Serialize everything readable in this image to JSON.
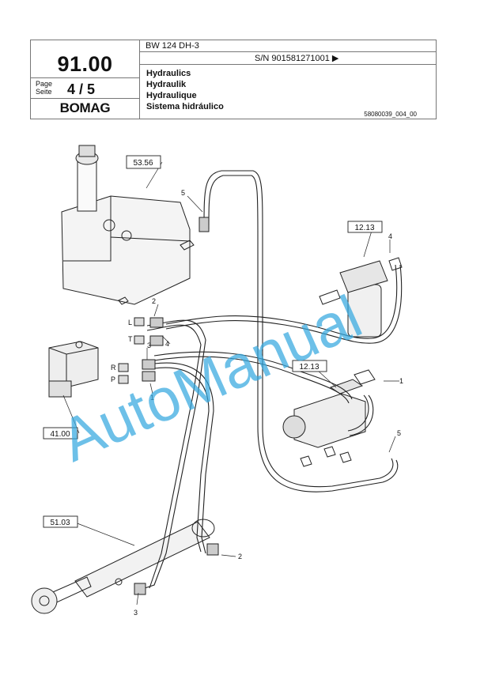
{
  "header": {
    "page_number": "91.00",
    "page_label_en": "Page",
    "page_label_de": "Seite",
    "page_value": "4 / 5",
    "brand": "BOMAG",
    "model": "BW 124 DH-3",
    "serial": "S/N 901581271001 ▶",
    "titles": [
      "Hydraulics",
      "Hydraulik",
      "Hydraulique",
      "Sistema hidráulico"
    ],
    "doc_id": "58080039_004_00"
  },
  "diagram": {
    "reference_boxes": [
      "53.56",
      "12.13",
      "12.13",
      "41.00",
      "51.03"
    ],
    "callouts": [
      "5",
      "2",
      "3",
      "4",
      "1",
      "4",
      "1",
      "5",
      "2",
      "3"
    ],
    "port_labels": [
      "L",
      "T",
      "R",
      "P"
    ]
  },
  "watermark": "AutoManual"
}
